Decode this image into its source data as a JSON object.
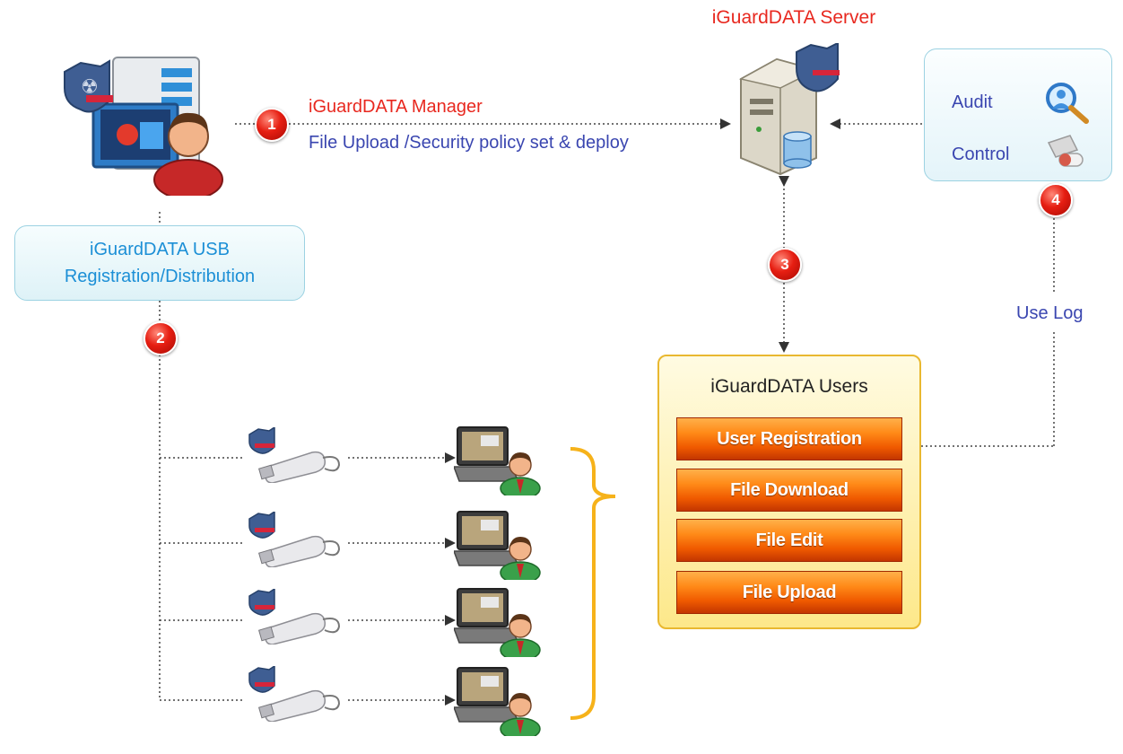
{
  "server": {
    "title": "iGuardDATA Server",
    "title_color": "#e8281f"
  },
  "manager": {
    "title": "iGuardDATA Manager",
    "subtitle": "File Upload /Security policy set & deploy",
    "title_color": "#e8281f",
    "subtitle_color": "#3a46b0"
  },
  "usb_box": {
    "line1": "iGuardDATA USB",
    "line2": "Registration/Distribution"
  },
  "audit_box": {
    "audit": "Audit",
    "control": "Control"
  },
  "users": {
    "title": "iGuardDATA Users",
    "buttons": [
      "User Registration",
      "File Download",
      "File Edit",
      "File Upload"
    ]
  },
  "use_log": "Use Log",
  "steps": [
    "1",
    "2",
    "3",
    "4"
  ],
  "icons": {
    "admin": "admin-workstation-icon",
    "server": "database-server-icon",
    "audit": "magnifier-user-icon",
    "control": "control-tools-icon",
    "usb": "usb-drive-icon",
    "laptop": "laptop-user-icon"
  },
  "colors": {
    "accent_red": "#e61e12",
    "accent_orange": "#f05a00",
    "bracket": "#f6b21a"
  }
}
